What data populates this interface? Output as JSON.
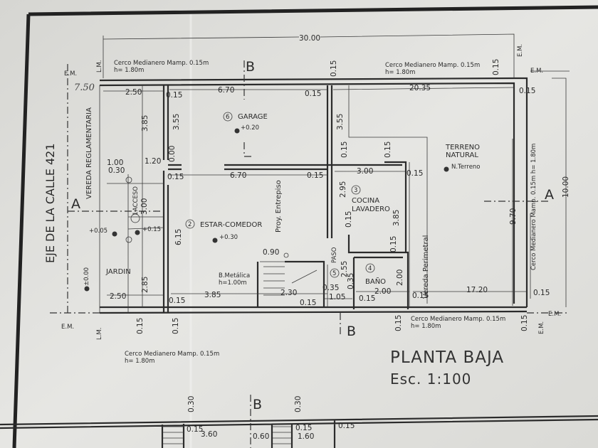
{
  "title": {
    "main": "PLANTA BAJA",
    "scale": "Esc. 1:100"
  },
  "axes": {
    "b_top": "B",
    "b_bottom": "B",
    "b_lower_plan": "B",
    "a_left": "A",
    "a_right": "A"
  },
  "markers": {
    "em1": "E.M.",
    "em2": "E.M.",
    "em3": "E.M.",
    "em4": "E.M.",
    "em5": "E.M.",
    "em6": "E.M.",
    "lm1": "L.M.",
    "lm2": "L.M."
  },
  "notes": {
    "fence_top_left": "Cerco Medianero Mamp. 0.15m",
    "fence_top_left_h": "h= 1.80m",
    "fence_top_right": "Cerco Medianero Mamp. 0.15m",
    "fence_top_right_h": "h= 1.80m",
    "fence_bottom": "Cerco Medianero Mamp. 0.15m",
    "fence_bottom_h": "h= 1.80m",
    "fence_right": "Cerco Medianero Mamp. 0.15m h= 1.80m",
    "fence_lower": "Cerco Medianero Mamp. 0.15m",
    "fence_lower_h": "h= 1.80m",
    "handwritten": "7.50",
    "vereda": "VEREDA REGLAMENTARIA",
    "street": "EJE DE LA CALLE 421",
    "vereda_perimetral": "Vereda Perimetral",
    "entrepiso": "Proy. Entrepiso",
    "baranda": "B.Metálica",
    "baranda_h": "h=1.00m"
  },
  "rooms": {
    "garage_num": "6",
    "garage": "GARAGE",
    "garage_level": "+0.20",
    "acceso_num": "1",
    "acceso": "ACCESO",
    "estar_num": "2",
    "estar": "ESTAR-COMEDOR",
    "estar_level": "+0.30",
    "cocina_num": "3",
    "cocina": "COCINA",
    "lavadero": "LAVADERO",
    "bano_num": "4",
    "bano": "BAÑO",
    "paso_num": "5",
    "paso": "PASO",
    "jardin": "JARDIN",
    "jardin_level": "±0.00",
    "terreno": "TERRENO",
    "natural": "NATURAL",
    "n_terreno": "N.Terreno",
    "lvl_005": "+0.05",
    "lvl_015": "+0.15"
  },
  "dims": {
    "total": "30.00",
    "d250a": "2.50",
    "d015a": "0.15",
    "d670a": "6.70",
    "d015b": "0.15",
    "d2035": "20.35",
    "d015c": "0.15",
    "d015v1": "0.15",
    "d015v2": "0.15",
    "d385a": "3.85",
    "d355a": "3.55",
    "d355b": "3.55",
    "d000": "0.00",
    "d120": "1.20",
    "d100": "1.00",
    "d030": "0.30",
    "d015d": "0.15",
    "d670b": "6.70",
    "d015e": "0.15",
    "d015v3": "0.15",
    "d015v4": "0.15",
    "d300a": "3.00",
    "d015f": "0.15",
    "d300b": "3.00",
    "d615": "6.15",
    "d295": "2.95",
    "d015v5": "0.15",
    "d385b": "3.85",
    "d015v6": "0.15",
    "d970": "9.70",
    "d1000": "10.00",
    "d090": "0.90",
    "d285": "2.85",
    "d255": "2.55",
    "d035a": "0.35",
    "d035b": "0.35",
    "d105": "1.05",
    "d230": "2.30",
    "d200a": "2.00",
    "d250b": "2.50",
    "d385c": "3.85",
    "d015g": "0.15",
    "d015h": "0.15",
    "d200b": "2.00",
    "d015i": "0.15",
    "d015j": "0.15",
    "d1720": "17.20",
    "d015k": "0.15",
    "d015v7": "0.15",
    "d015v8": "0.15",
    "d015v9": "0.15",
    "d015v10": "0.15",
    "l030a": "0.30",
    "l030b": "0.30",
    "l015a": "0.15",
    "l360": "3.60",
    "l060": "0.60",
    "l015b": "0.15",
    "l160": "1.60",
    "l015c": "0.15"
  }
}
